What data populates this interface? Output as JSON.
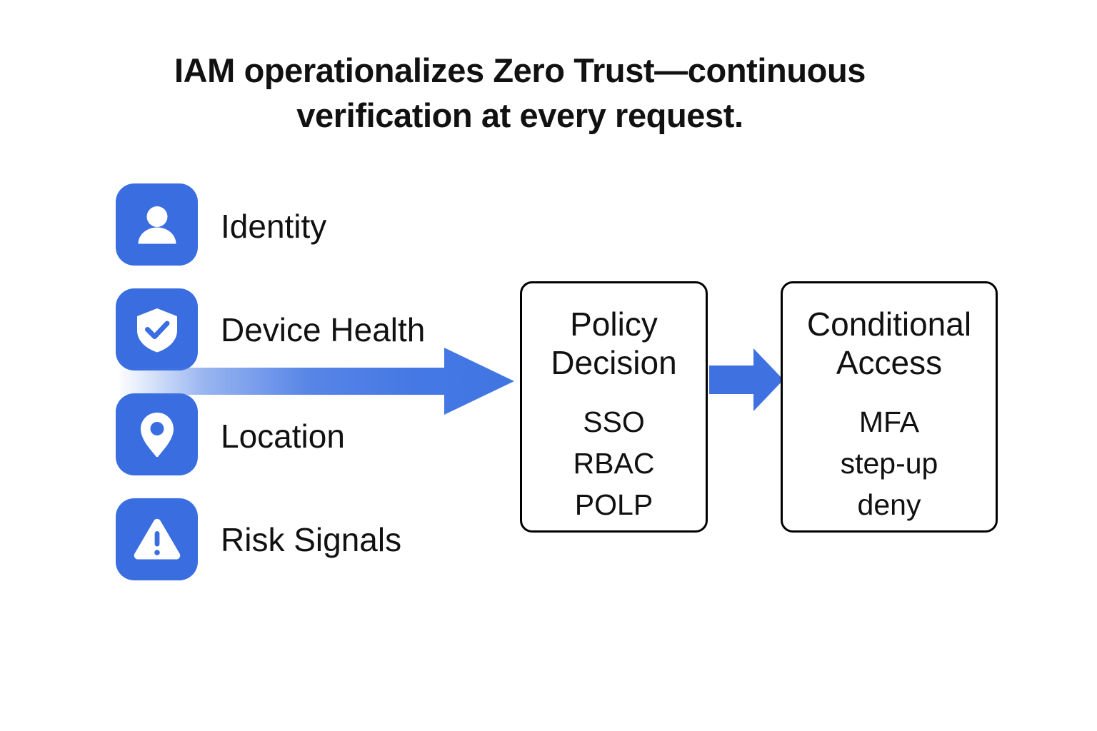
{
  "header": {
    "title": "IAM operationalizes Zero Trust—continuous verification at every request."
  },
  "signals": {
    "items": [
      {
        "id": "identity",
        "label": "Identity",
        "icon": "person-icon"
      },
      {
        "id": "device-health",
        "label": "Device Health",
        "icon": "shield-check-icon"
      },
      {
        "id": "location",
        "label": "Location",
        "icon": "location-pin-icon"
      },
      {
        "id": "risk-signals",
        "label": "Risk Signals",
        "icon": "warning-triangle-icon"
      }
    ]
  },
  "flow": {
    "arrows": [
      {
        "id": "signals-to-policy",
        "icon": "right-arrow-gradient-icon"
      },
      {
        "id": "policy-to-access",
        "icon": "right-arrow-icon"
      }
    ],
    "stages": [
      {
        "id": "policy-decision",
        "title_line1": "Policy",
        "title_line2": "Decision",
        "items": [
          "SSO",
          "RBAC",
          "POLP"
        ]
      },
      {
        "id": "conditional-access",
        "title_line1": "Conditional",
        "title_line2": "Access",
        "items": [
          "MFA",
          "step-up",
          "deny"
        ]
      }
    ]
  },
  "colors": {
    "icon_blue": "#3a6ee0",
    "arrow_blue": "#4578e4",
    "background": "#ffffff",
    "text": "#111111",
    "box_border": "#000000"
  }
}
